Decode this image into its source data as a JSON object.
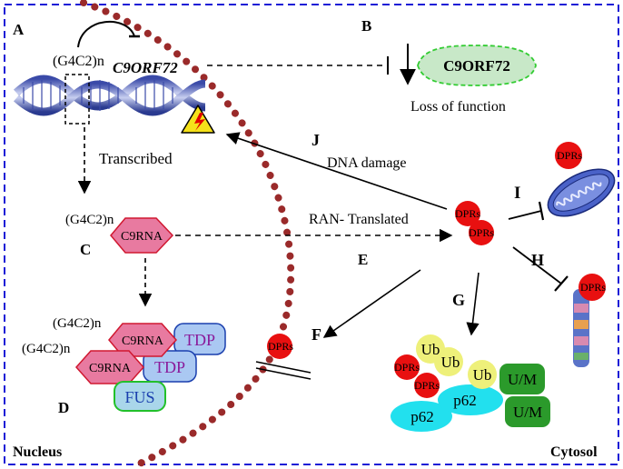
{
  "panels": {
    "a": "A",
    "b": "B",
    "c": "C",
    "d": "D",
    "e": "E",
    "f": "F",
    "g": "G",
    "h": "H",
    "i": "I",
    "j": "J"
  },
  "gene": {
    "repeat": "(G4C2)n",
    "name": "C9ORF72",
    "protein_label": "C9ORF72",
    "loss_text": "Loss of function"
  },
  "steps": {
    "transcribed": "Transcribed",
    "ran_translated": "RAN- Translated",
    "dna_damage": "DNA damage"
  },
  "rna": {
    "repeat": "(G4C2)n",
    "label": "C9RNA"
  },
  "complex": {
    "repeat_top": "(G4C2)n",
    "repeat_bottom": "(G4C2)n",
    "rna_top": "C9RNA",
    "rna_bottom": "C9RNA",
    "tdp_top": "TDP",
    "tdp_bottom": "TDP",
    "fus": "FUS"
  },
  "dprs": {
    "label": "DPRs",
    "central_top": "DPRs",
    "central_bottom": "DPRs",
    "mito": "DPRs",
    "pore": "DPRs",
    "channel": "DPRs",
    "agg_top": "DPRs",
    "agg_bottom": "DPRs"
  },
  "aggregate": {
    "ub_top": "Ub",
    "ub_middle": "Ub",
    "ub_right": "Ub",
    "p62_left": "p62",
    "p62_right": "p62",
    "um_top": "U/M",
    "um_bottom": "U/M"
  },
  "compartments": {
    "nucleus": "Nucleus",
    "cytosol": "Cytosol"
  },
  "colors": {
    "frame": "#1b1bd6",
    "membrane": "#9a2a2a",
    "dpr_red": "#e81010",
    "rna_pink": "#e87aa0",
    "rna_edge": "#d01830",
    "tdp_fill": "#aac8f2",
    "tdp_edge": "#1a3fae",
    "fus_fill": "#a9d6ea",
    "fus_edge": "#22c02a",
    "ub_yellow": "#eef07a",
    "p62_cyan": "#22e0ee",
    "um_green": "#2b9a2b",
    "c9_protein": "#c8e8c8",
    "c9_edge": "#33cc33",
    "mito_blue": "#4a62c8",
    "warning_yellow": "#f5e11a"
  },
  "icons": {
    "warning": "lightning-warning-icon",
    "mitochondrion": "mitochondrion-icon",
    "nuclear_pore": "nuclear-pore-icon",
    "dna": "dna-double-helix-icon"
  }
}
